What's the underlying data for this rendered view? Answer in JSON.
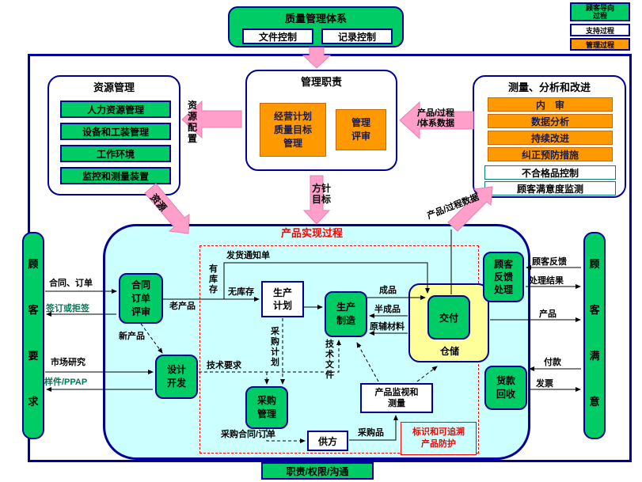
{
  "legend": {
    "customer": "顾客导向\n过程",
    "support": "支持过程",
    "management": "管理过程"
  },
  "qms": {
    "title": "质量管理体系",
    "doc": "文件控制",
    "record": "记录控制"
  },
  "resource": {
    "title": "资源管理",
    "items": [
      "人力资源管理",
      "设备和工装管理",
      "工作环境",
      "监控和测量装置"
    ]
  },
  "duty": {
    "title": "管理职责",
    "plan": "经营计划\n质量目标\n管理",
    "review": "管理\n评审"
  },
  "measure": {
    "title": "测量、分析和改进",
    "items": [
      "内　审",
      "数据分析",
      "持续改进",
      "纠正预防措施"
    ],
    "items2": [
      "不合格品控制",
      "顾客满意度监测"
    ]
  },
  "flows": {
    "resource_alloc": "资\n源\n配\n置",
    "sys_data": "产品/过程\n/体系数据",
    "policy": "方针\n目标",
    "resource": "资源",
    "process_data": "产品/过程数据"
  },
  "product": {
    "title": "产品实现过程",
    "contract": "合同\n订单\n评审",
    "design": "设计\n开发",
    "plan": "生产\n计划",
    "manufacture": "生产\n制造",
    "deliver": "交付",
    "warehouse": "仓储",
    "purchase": "采购\n管理",
    "supplier": "供方",
    "monitor": "产品监视和\n测量",
    "identify": "标识和可追溯\n产品防护",
    "feedback": "顾客\n反馈\n处理",
    "payment": "货款\n回收"
  },
  "labels": {
    "contract_order": "合同、订单",
    "sign": "签订或拒签",
    "market": "市场研究",
    "sample": "样件/PPAP",
    "old": "老产品",
    "nostock": "无库存",
    "instock": "有\n库\n存",
    "notice": "发货通知单",
    "new": "新产品",
    "finished": "成品",
    "semi": "半成品",
    "material": "原辅材料",
    "techdoc": "技\n术\n文\n件",
    "purchase_plan": "采\n购\n计\n划",
    "techreq": "技术要求",
    "purchase_order": "采购合同/订单",
    "purchased": "采购品",
    "cust_feedback": "顾客反馈",
    "result": "处理结果",
    "prod": "产品",
    "pay": "付款",
    "invoice": "发票"
  },
  "sides": {
    "left": "顾\n客\n要\n求",
    "right": "顾\n客\n满\n意"
  },
  "bottom": {
    "label": "职责/权限/沟通"
  },
  "colors": {
    "green": "#00cc66",
    "orange": "#ff9900",
    "pink": "#ff9fca",
    "cyan": "#ccffff",
    "yellow": "#ffff99",
    "navy": "#000099",
    "red": "#ff0000"
  }
}
